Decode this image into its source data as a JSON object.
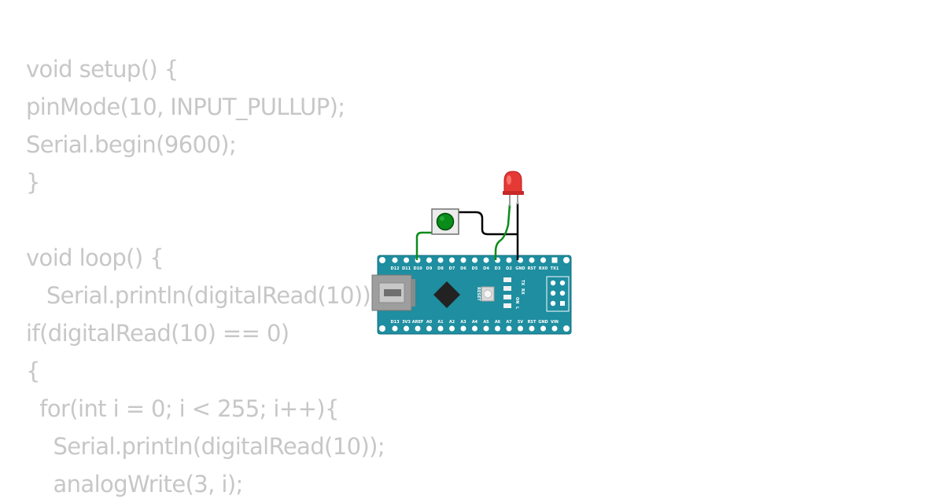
{
  "code": {
    "lines": [
      "void setup() {",
      "pinMode(10, INPUT_PULLUP);",
      "Serial.begin(9600);",
      "}",
      "",
      "void loop() {",
      "   Serial.println(digitalRead(10));",
      "if(digitalRead(10) == 0)",
      "{",
      "  for(int i = 0; i < 255; i++){",
      "    Serial.println(digitalRead(10));",
      "    analogWrite(3, i);"
    ]
  },
  "simulation": {
    "board": {
      "top_pins": [
        "D12",
        "D11",
        "D10",
        "D9",
        "D8",
        "D7",
        "D6",
        "D5",
        "D4",
        "D3",
        "D2",
        "GND",
        "RST",
        "RX0",
        "TX1"
      ],
      "bottom_pins": [
        "D13",
        "3V3",
        "AREF",
        "A0",
        "A1",
        "A2",
        "A3",
        "A4",
        "A5",
        "A6",
        "A7",
        "5V",
        "RST",
        "GND",
        "VIN"
      ],
      "reset_label": "RESET",
      "led_labels": [
        "TX",
        "RX",
        "ON",
        "L"
      ],
      "color": "#1e8ea0"
    },
    "components": {
      "led_color": "#e53935",
      "button_color": "#0a8c1a",
      "wire_colors": [
        "#0a8c1a",
        "#000000"
      ]
    }
  }
}
